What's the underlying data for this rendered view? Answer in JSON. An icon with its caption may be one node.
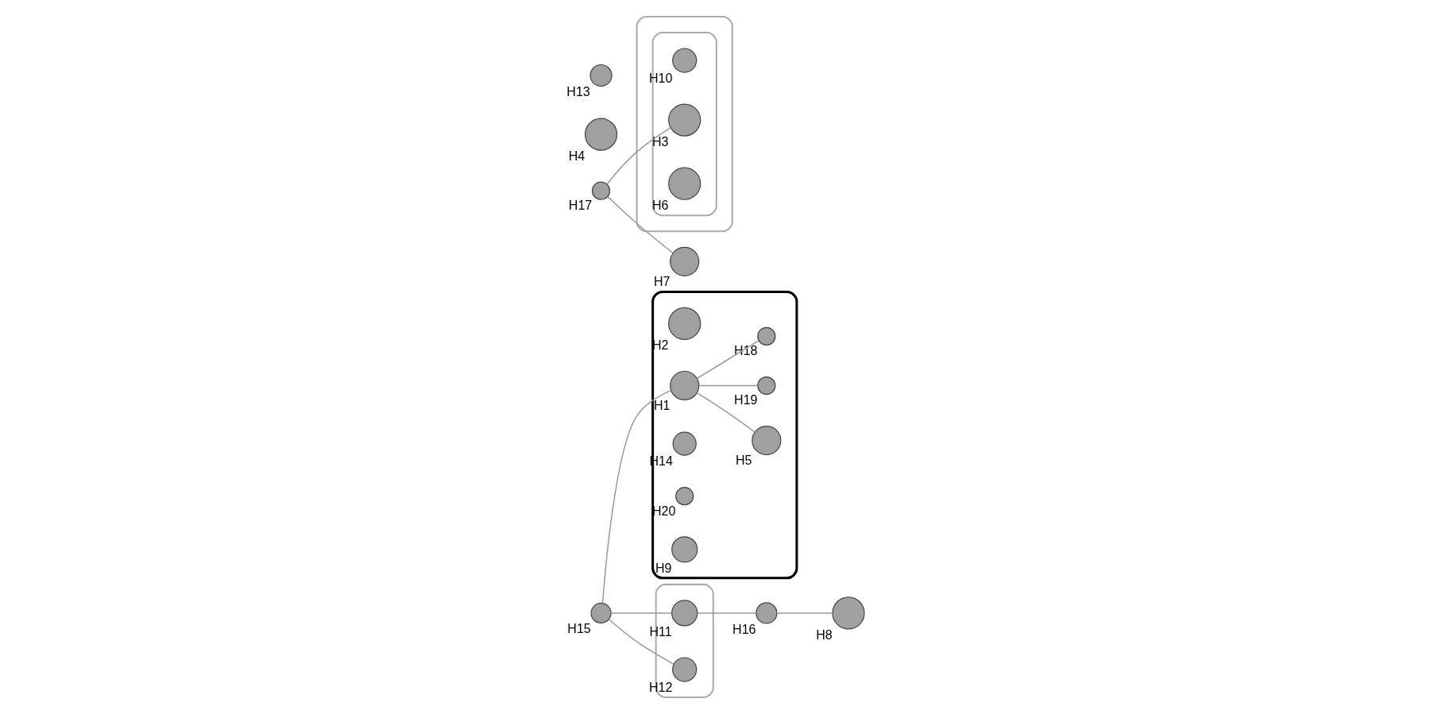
{
  "diagram": {
    "nodes": [
      {
        "text": [],
        "shape": "circle",
        "beside": [
          "H15"
        ]
      },
      {
        "text": [],
        "shape": "ellipse"
      },
      {
        "text": [],
        "shape": "circle",
        "beside": [
          "H2"
        ],
        "in": 1
      },
      {
        "text": [],
        "shape": "circle",
        "beside": [
          "H1"
        ],
        "in": 1
      },
      {
        "text": [],
        "shape": "circle",
        "beside": [
          "H14"
        ],
        "in": 1
      },
      {
        "text": [],
        "shape": "circle",
        "beside": [
          "H5"
        ],
        "in": 1
      },
      {
        "text": [],
        "shape": "circle",
        "beside": [
          "H20"
        ],
        "in": 1
      },
      {
        "text": [],
        "shape": "circle",
        "beside": [
          "H19"
        ],
        "in": 1
      },
      {
        "text": [],
        "shape": "circle",
        "beside": [
          "H9"
        ],
        "in": 1
      },
      {
        "text": [],
        "shape": "circle",
        "beside": [
          "H18"
        ],
        "in": 1
      },
      {
        "text": [],
        "shape": "ellipse"
      },
      {
        "text": [],
        "shape": "circle",
        "beside": [
          "H11"
        ],
        "in": 10
      },
      {
        "text": [],
        "shape": "circle",
        "beside": [
          "H12"
        ],
        "in": 10
      },
      {
        "text": [],
        "shape": "ellipse"
      },
      {
        "text": [],
        "shape": "circle",
        "beside": [
          "H16"
        ]
      },
      {
        "text": [],
        "shape": "circle",
        "beside": [
          "H17"
        ]
      },
      {
        "text": [],
        "shape": "circle",
        "beside": [
          "H4"
        ]
      },
      {
        "text": [],
        "shape": "circle",
        "beside": [
          "H7"
        ]
      },
      {
        "text": [],
        "shape": "circle",
        "beside": [
          "H8"
        ]
      },
      {
        "text": [],
        "shape": "circle",
        "beside": [
          "H13"
        ]
      },
      {
        "text": [],
        "shape": "ellipse",
        "in": 13
      },
      {
        "text": [],
        "shape": "circle",
        "beside": [
          "H10"
        ],
        "in": 20
      },
      {
        "text": [],
        "shape": "circle",
        "beside": [
          "H3"
        ],
        "in": 20
      },
      {
        "text": [],
        "shape": "circle",
        "beside": [
          "H6"
        ],
        "in": 20
      }
    ],
    "edges": [
      {
        "from": 0,
        "to": 3,
        "arrow": "none"
      },
      {
        "from": 0,
        "to": 11,
        "arrow": "none"
      },
      {
        "from": 0,
        "to": 12,
        "arrow": "none"
      },
      {
        "from": 11,
        "to": 14,
        "arrow": "none"
      },
      {
        "from": 14,
        "to": 18,
        "arrow": "none"
      },
      {
        "from": 15,
        "to": 17,
        "arrow": "none"
      },
      {
        "from": 15,
        "to": 22,
        "arrow": "none"
      },
      {
        "from": 3,
        "to": 5,
        "arrow": "none"
      },
      {
        "from": 3,
        "to": 9,
        "arrow": "none"
      },
      {
        "from": 3,
        "to": 7,
        "arrow": "none"
      }
    ]
  }
}
